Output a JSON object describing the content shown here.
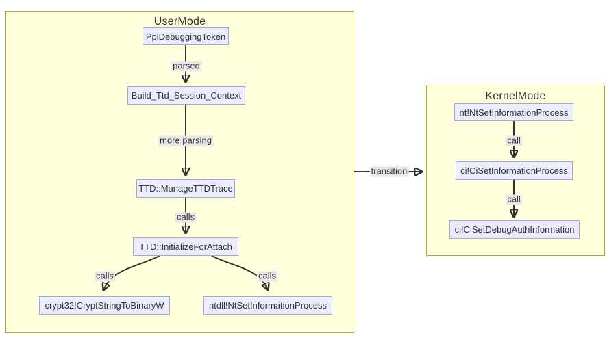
{
  "diagram": {
    "type": "flowchart",
    "clusters": {
      "usermode": {
        "title": "UserMode"
      },
      "kernelmode": {
        "title": "KernelMode"
      }
    },
    "nodes": {
      "ppl": "PplDebuggingToken",
      "build": "Build_Ttd_Session_Context",
      "manage": "TTD::ManageTTDTrace",
      "init": "TTD::InitializeForAttach",
      "crypt": "crypt32!CryptStringToBinaryW",
      "ntdll": "ntdll!NtSetInformationProcess",
      "nt": "nt!NtSetInformationProcess",
      "ciset": "ci!CiSetInformationProcess",
      "cidebug": "ci!CiSetDebugAuthInformation"
    },
    "edge_labels": {
      "parsed": "parsed",
      "more_parsing": "more parsing",
      "calls_manage": "calls",
      "calls_crypt": "calls",
      "calls_ntdll": "calls",
      "transition": "transition",
      "call_ciset": "call",
      "call_cidebug": "call"
    },
    "relations": [
      {
        "from": "PplDebuggingToken",
        "label": "parsed",
        "to": "Build_Ttd_Session_Context"
      },
      {
        "from": "Build_Ttd_Session_Context",
        "label": "more parsing",
        "to": "TTD::ManageTTDTrace"
      },
      {
        "from": "TTD::ManageTTDTrace",
        "label": "calls",
        "to": "TTD::InitializeForAttach"
      },
      {
        "from": "TTD::InitializeForAttach",
        "label": "calls",
        "to": "crypt32!CryptStringToBinaryW"
      },
      {
        "from": "TTD::InitializeForAttach",
        "label": "calls",
        "to": "ntdll!NtSetInformationProcess"
      },
      {
        "from": "UserMode",
        "label": "transition",
        "to": "KernelMode"
      },
      {
        "from": "nt!NtSetInformationProcess",
        "label": "call",
        "to": "ci!CiSetInformationProcess"
      },
      {
        "from": "ci!CiSetInformationProcess",
        "label": "call",
        "to": "ci!CiSetDebugAuthInformation"
      }
    ],
    "colors": {
      "cluster_fill": "#ffffde",
      "cluster_border": "#aaaa33",
      "node_fill": "#ececff",
      "node_border": "#a9a3d2",
      "edge_stroke": "#333333",
      "edge_label_bg": "#e8e8e8",
      "text": "#333333",
      "page_bg": "#ffffff"
    }
  }
}
